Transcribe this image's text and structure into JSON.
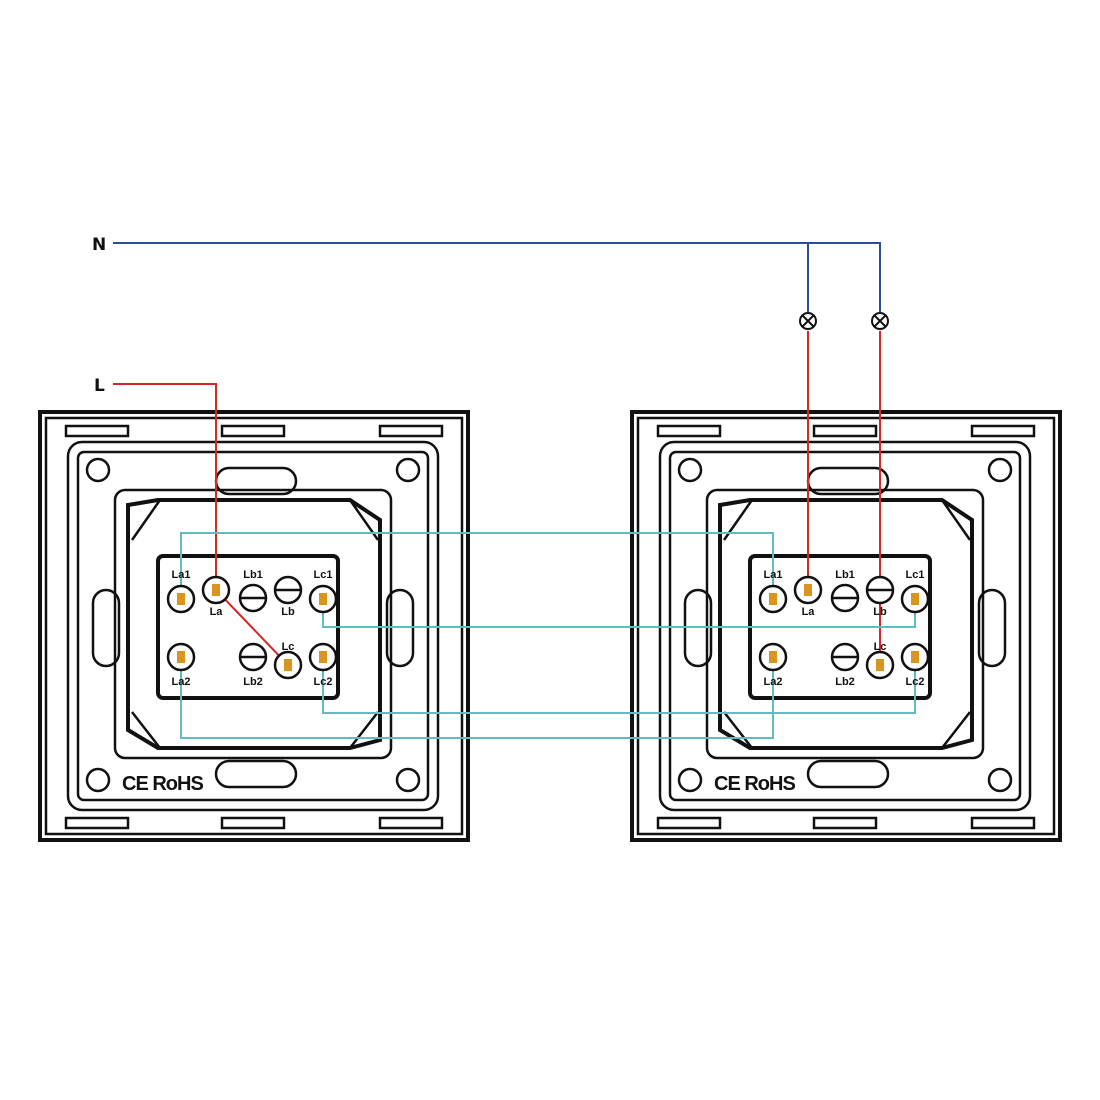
{
  "labels": {
    "neutral": "N",
    "live": "L"
  },
  "certification": "CE RoHS",
  "terminals": [
    {
      "id": "La1",
      "label": "La1",
      "wired": true
    },
    {
      "id": "La",
      "label": "La",
      "wired": true
    },
    {
      "id": "Lb1",
      "label": "Lb1",
      "wired": false
    },
    {
      "id": "Lb",
      "label": "Lb",
      "wired": false
    },
    {
      "id": "Lc1",
      "label": "Lc1",
      "wired": true
    },
    {
      "id": "La2",
      "label": "La2",
      "wired": true
    },
    {
      "id": "Lb2",
      "label": "Lb2",
      "wired": false
    },
    {
      "id": "Lc",
      "label": "Lc",
      "wired": true
    },
    {
      "id": "Lc2",
      "label": "Lc2",
      "wired": true
    }
  ],
  "switches": [
    {
      "name": "switch-left"
    },
    {
      "name": "switch-right"
    }
  ],
  "colors": {
    "neutral": "#2a4f93",
    "live": "#d62828",
    "traveler": "#5fbcc0",
    "terminal": "#d9961e"
  }
}
